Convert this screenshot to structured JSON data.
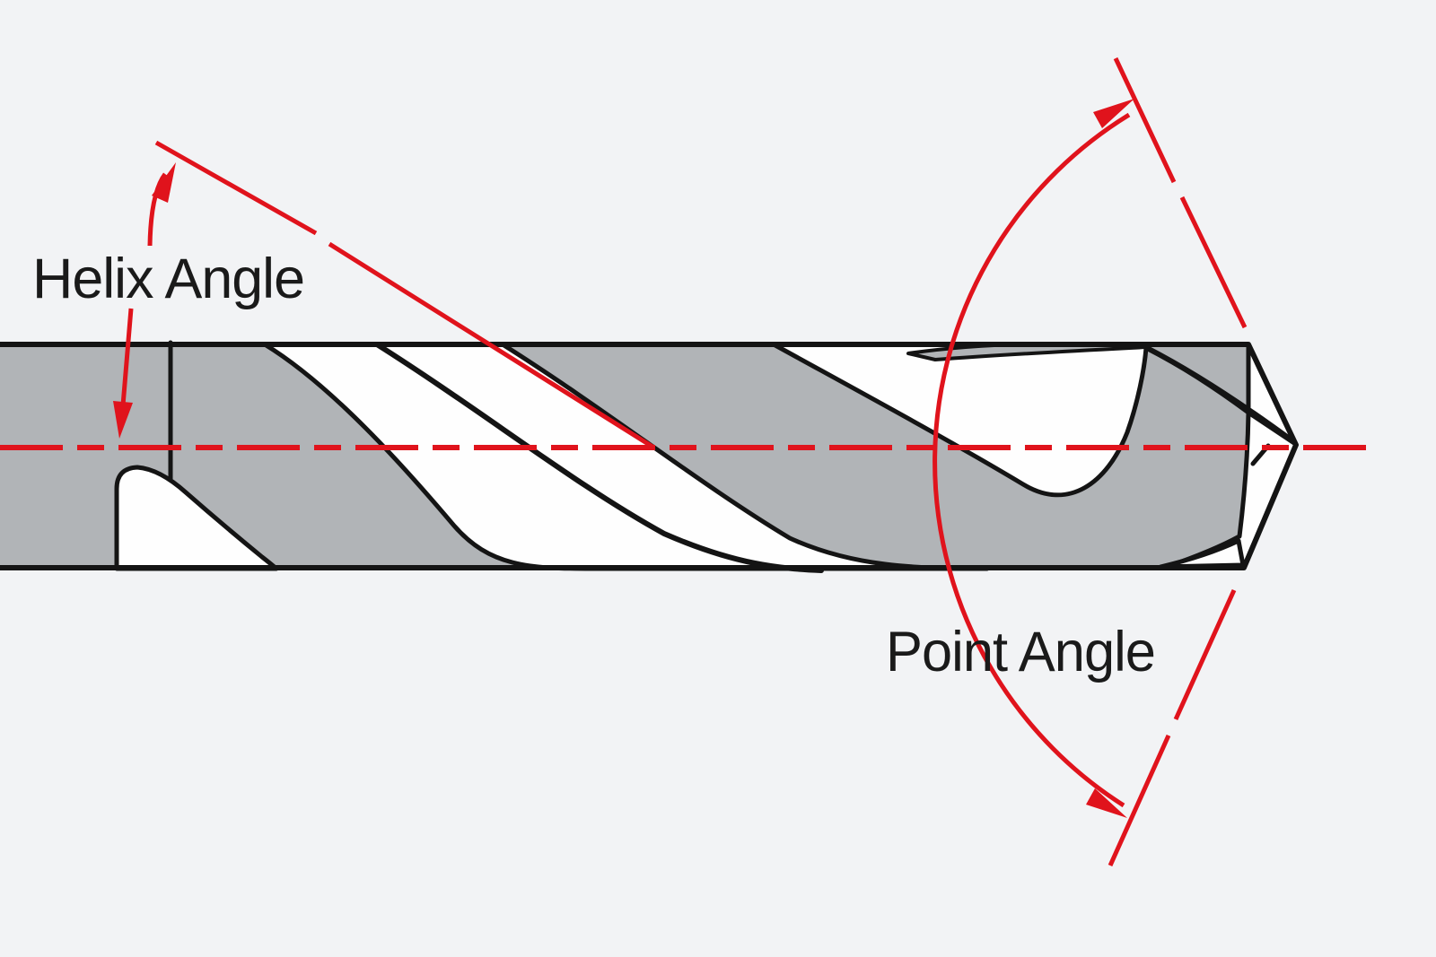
{
  "diagram": {
    "title": "Twist drill angle diagram",
    "labels": {
      "helix_angle": "Helix Angle",
      "point_angle": "Point Angle"
    },
    "annotations": [
      {
        "name": "helix-reference-line",
        "type": "dashed-leader",
        "meaning": "flute helix direction line"
      },
      {
        "name": "drill-axis-centerline",
        "type": "dash-dot-centerline",
        "meaning": "drill rotation axis"
      },
      {
        "name": "helix-angle-arc-arrow",
        "type": "curved-arrow",
        "points_to": "helix reference line"
      },
      {
        "name": "helix-axis-arrow",
        "type": "straight-arrow",
        "points_to": "drill axis centerline"
      },
      {
        "name": "point-angle-upper-line",
        "type": "dashed-leader",
        "meaning": "upper cutting edge extension"
      },
      {
        "name": "point-angle-lower-line",
        "type": "dashed-leader",
        "meaning": "lower cutting edge extension"
      },
      {
        "name": "point-angle-arc",
        "type": "double-arrow-arc",
        "meaning": "included angle at drill point"
      }
    ],
    "colors": {
      "background": "#f2f3f5",
      "annotation_red": "#e0131c",
      "drill_body_gray": "#b1b4b7",
      "drill_land_white": "#fefefe",
      "outline_black": "#141414",
      "label_text": "#1a1a1a"
    }
  }
}
